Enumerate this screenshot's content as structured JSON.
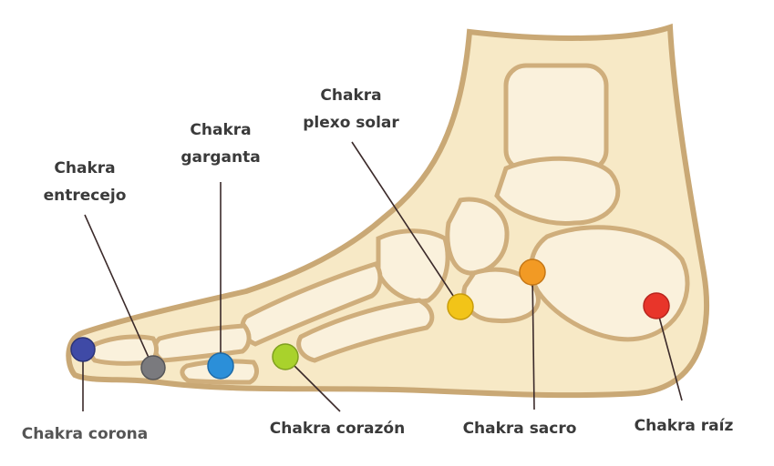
{
  "labels": {
    "entrecejo": [
      "Chakra",
      "entrecejo"
    ],
    "garganta": [
      "Chakra",
      "garganta"
    ],
    "plexo": [
      "Chakra",
      "plexo solar"
    ],
    "corona": "Chakra corona",
    "corazon": "Chakra corazón",
    "sacro": "Chakra sacro",
    "raiz": "Chakra raíz"
  },
  "colors": {
    "foot_fill": "#f7e9c6",
    "foot_outline": "#c9a875",
    "bone_fill": "#faf1dc",
    "bone_outline": "#cfae7c",
    "leader_line": "#3b2a2a",
    "corona": "#3f4aa6",
    "entrecejo": "#7a7a7e",
    "garganta": "#2b8fd9",
    "corazon": "#a9d22c",
    "plexo": "#f2c418",
    "sacro": "#f29a24",
    "raiz": "#e8352a"
  }
}
